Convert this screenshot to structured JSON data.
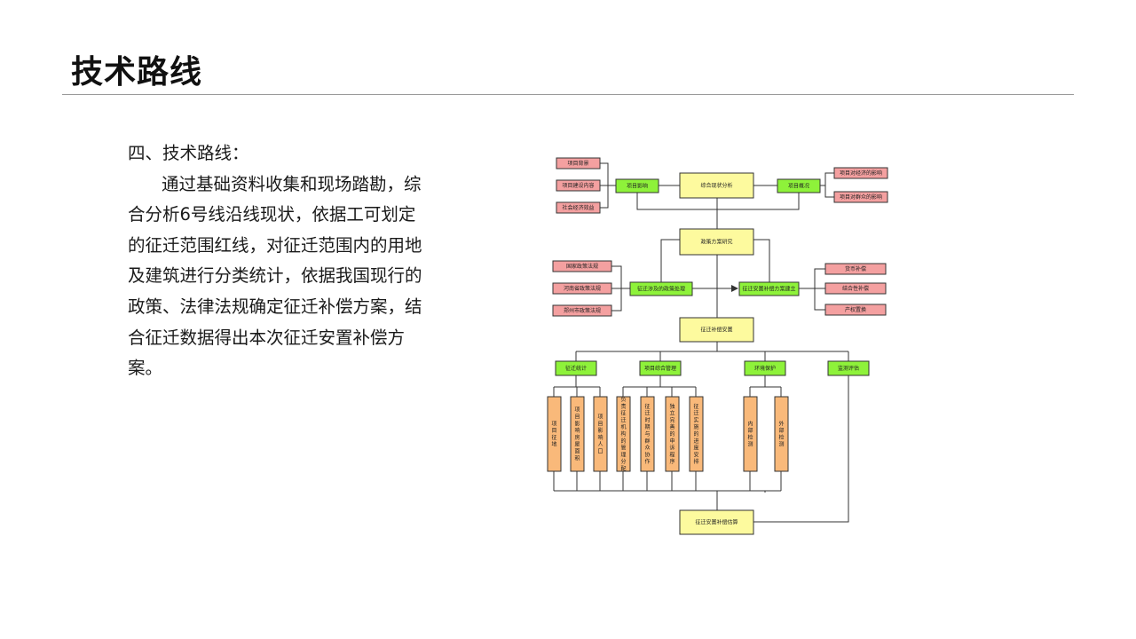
{
  "slide": {
    "title": "技术路线"
  },
  "text": {
    "heading": "四、技术路线：",
    "paragraph": "通过基础资料收集和现场踏勘，综合分析6号线沿线现状，依据工可划定的征迁范围红线，对征迁范围内的用地及建筑进行分类统计，依据我国现行的政策、法律法规确定征迁补偿方案，结合征迁数据得出本次征迁安置补偿方案。"
  },
  "colors": {
    "red_box": "#f4a0a0",
    "green_box": "#8ef23a",
    "yellow_box": "#fdfa9e",
    "orange_box": "#f9b97a"
  },
  "diagram": {
    "left_inputs": [
      "项目背景",
      "项目建设内容",
      "社会经济效益"
    ],
    "project_impact": "项目影响",
    "synthesis": "综合现状分析",
    "project_overview": "项目概况",
    "right_inputs": [
      "项目对经济的影响",
      "项目对群众的影响"
    ],
    "policy_research": "政策方案研究",
    "policy_sources": [
      "国家政策法规",
      "河南省政策法规",
      "郑州市政策法规"
    ],
    "policy_handling": "征迁涉及的政策处理",
    "scheme_setup": "征迁安置补偿方案建立",
    "compensation_types": [
      "货币补偿",
      "结合性补偿",
      "产权置换"
    ],
    "resettlement": "征迁补偿安置",
    "workstreams": [
      "征迁统计",
      "项目综合管理",
      "环境保护",
      "监测评估"
    ],
    "stat_items": [
      "项目征地",
      "项目影响房屋面积",
      "项目影响人口"
    ],
    "mgmt_items": [
      "负责征迁机构的管理分配",
      "征迁时期与群众协作",
      "独立完善的申诉程序",
      "征迁实施的进度安排"
    ],
    "env_items": [
      "内部检测",
      "外部检测"
    ],
    "final_result": "征迁安置补偿估算"
  }
}
